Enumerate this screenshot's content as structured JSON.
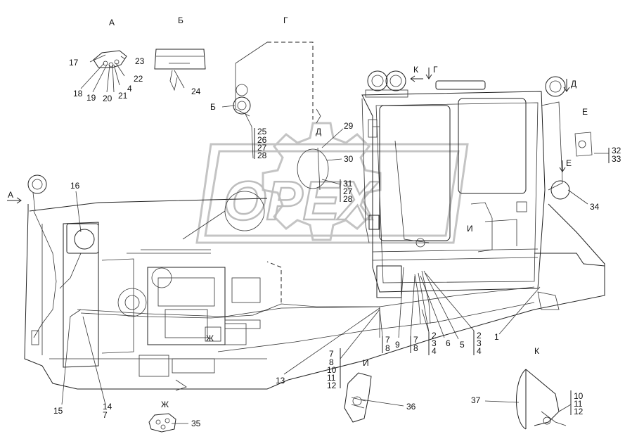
{
  "views": {
    "a": "А",
    "b": "Б",
    "g": "Г",
    "d": "Д",
    "e": "Е",
    "i": "И",
    "zh": "Ж",
    "k": "К"
  },
  "callouts": {
    "n1": "1",
    "n2": "2",
    "n3": "3",
    "n4": "4",
    "n5": "5",
    "n6": "6",
    "n7": "7",
    "n8": "8",
    "n9": "9",
    "n10": "10",
    "n11": "11",
    "n12": "12",
    "n13": "13",
    "n14": "14",
    "n15": "15",
    "n16": "16",
    "n17": "17",
    "n18": "18",
    "n19": "19",
    "n20": "20",
    "n21": "21",
    "n22": "22",
    "n23": "23",
    "n24": "24",
    "n25": "25",
    "n26": "26",
    "n27": "27",
    "n28": "28",
    "n29": "29",
    "n30": "30",
    "n31": "31",
    "n32": "32",
    "n33": "33",
    "n34": "34",
    "n35": "35",
    "n36": "36",
    "n37": "37"
  },
  "watermark": {
    "text": "OPEX",
    "color": "#c0c0c0"
  }
}
